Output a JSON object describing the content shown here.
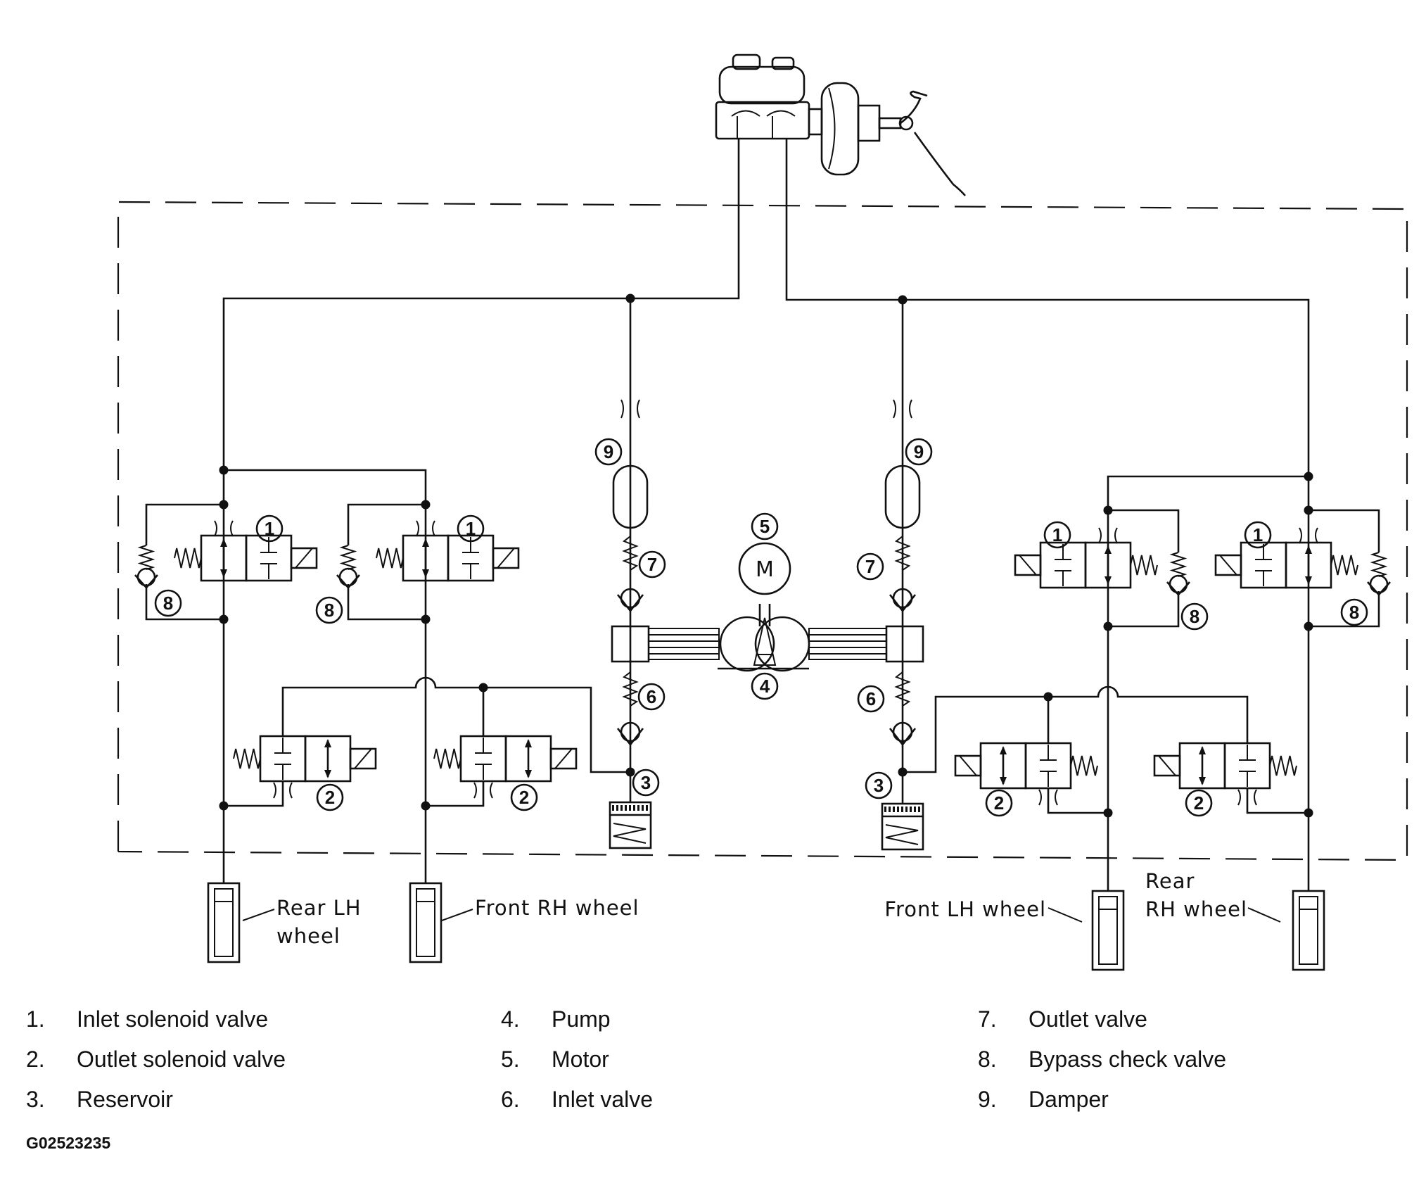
{
  "wheels": {
    "rear_lh": [
      "Rear LH",
      "wheel"
    ],
    "front_rh": "Front RH wheel",
    "front_lh": "Front LH wheel",
    "rear_rh": [
      "Rear",
      "RH wheel"
    ]
  },
  "motor_symbol": "M",
  "callout_numbers": [
    "1",
    "2",
    "3",
    "4",
    "5",
    "6",
    "7",
    "8",
    "9"
  ],
  "legend": [
    {
      "num": "1.",
      "label": "Inlet solenoid valve"
    },
    {
      "num": "2.",
      "label": "Outlet solenoid valve"
    },
    {
      "num": "3.",
      "label": "Reservoir"
    },
    {
      "num": "4.",
      "label": "Pump"
    },
    {
      "num": "5.",
      "label": "Motor"
    },
    {
      "num": "6.",
      "label": "Inlet valve"
    },
    {
      "num": "7.",
      "label": "Outlet valve"
    },
    {
      "num": "8.",
      "label": "Bypass check valve"
    },
    {
      "num": "9.",
      "label": "Damper"
    }
  ],
  "figure_code": "G02523235"
}
